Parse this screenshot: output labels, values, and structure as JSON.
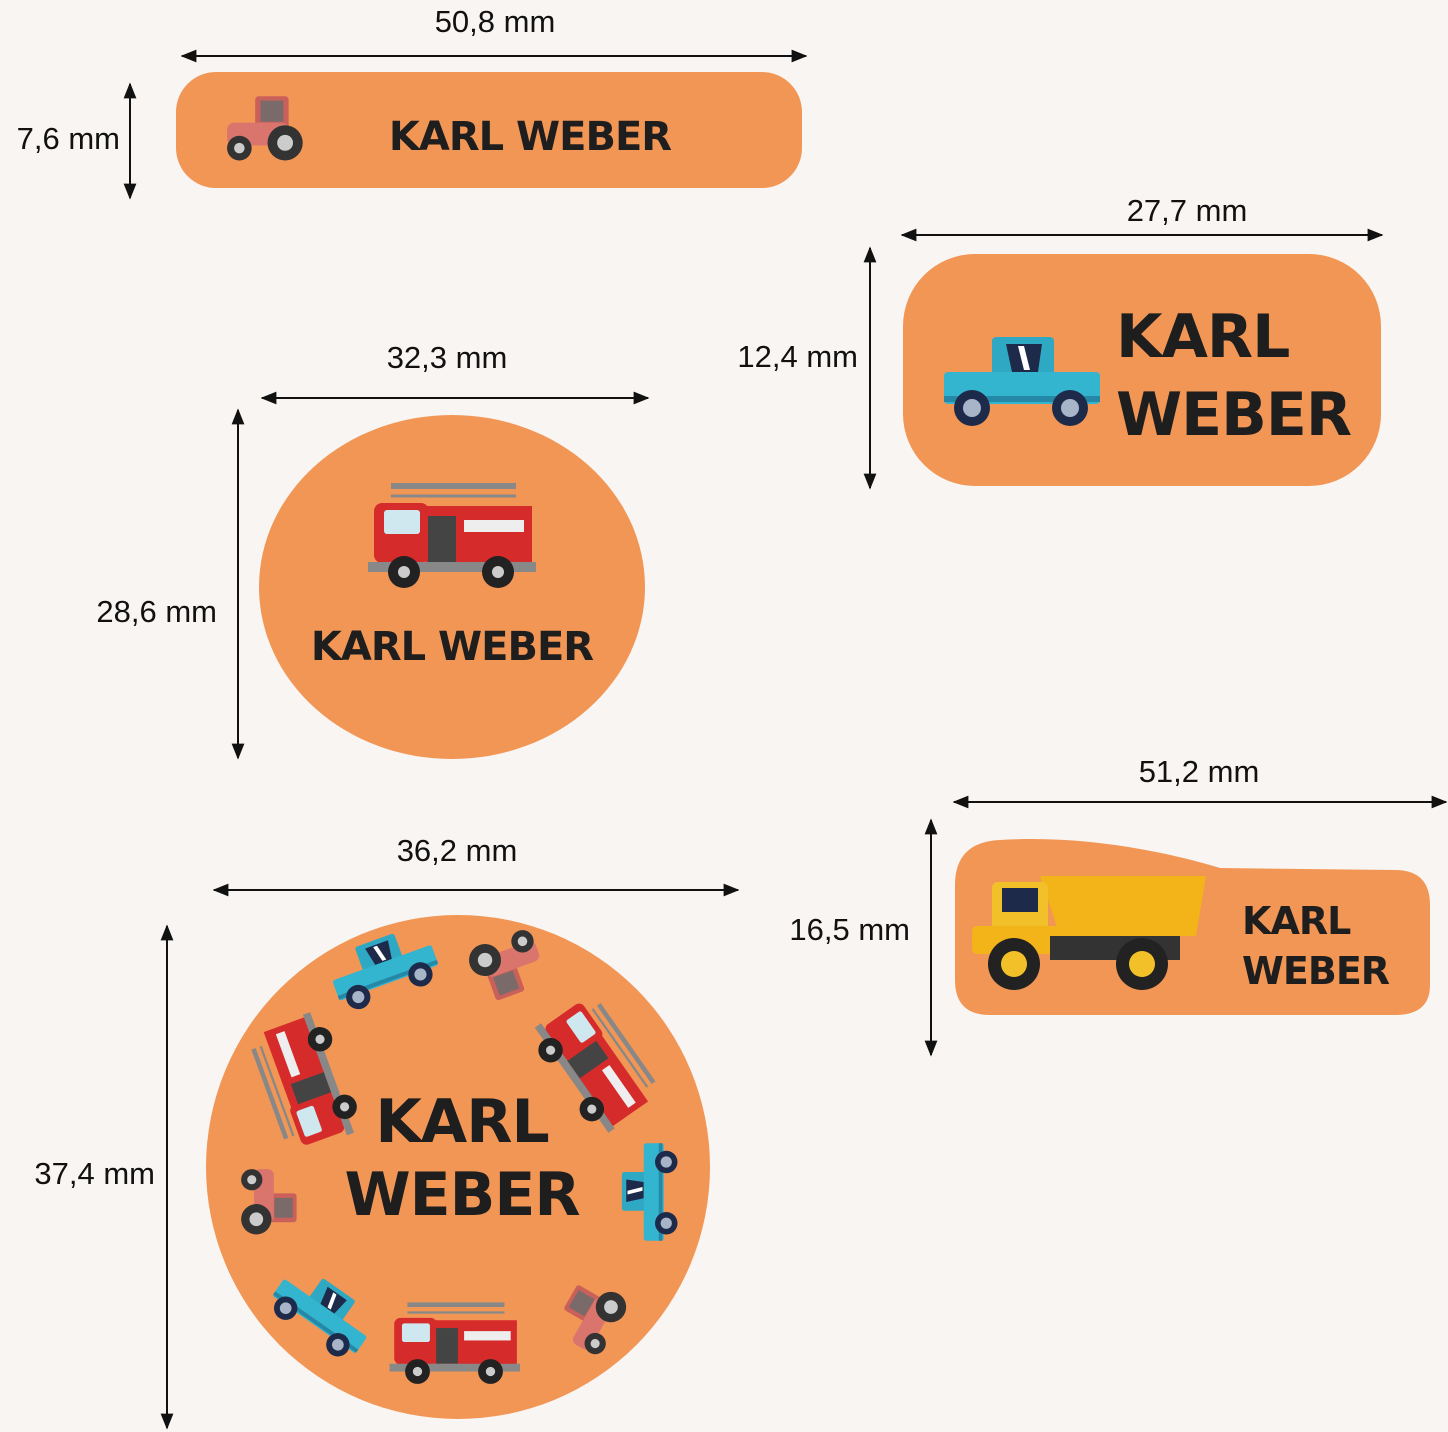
{
  "colors": {
    "background": "#f9f5f2",
    "label": "#f29656",
    "text": "#1e1e1e"
  },
  "name": {
    "first": "KARL",
    "last": "WEBER",
    "full": "KARL WEBER"
  },
  "labels": [
    {
      "shape": "rounded-rectangle",
      "width": "50,8 mm",
      "height": "7,6 mm",
      "icon": "tractor-icon"
    },
    {
      "shape": "rounded-rectangle",
      "width": "27,7 mm",
      "height": "12,4 mm",
      "icon": "pickup-truck-icon"
    },
    {
      "shape": "oval",
      "width": "32,3 mm",
      "height": "28,6 mm",
      "icon": "fire-truck-icon"
    },
    {
      "shape": "circle",
      "width": "36,2 mm",
      "height": "37,4 mm",
      "icon": "vehicle-ring"
    },
    {
      "shape": "custom",
      "width": "51,2 mm",
      "height": "16,5 mm",
      "icon": "dump-truck-icon"
    }
  ]
}
